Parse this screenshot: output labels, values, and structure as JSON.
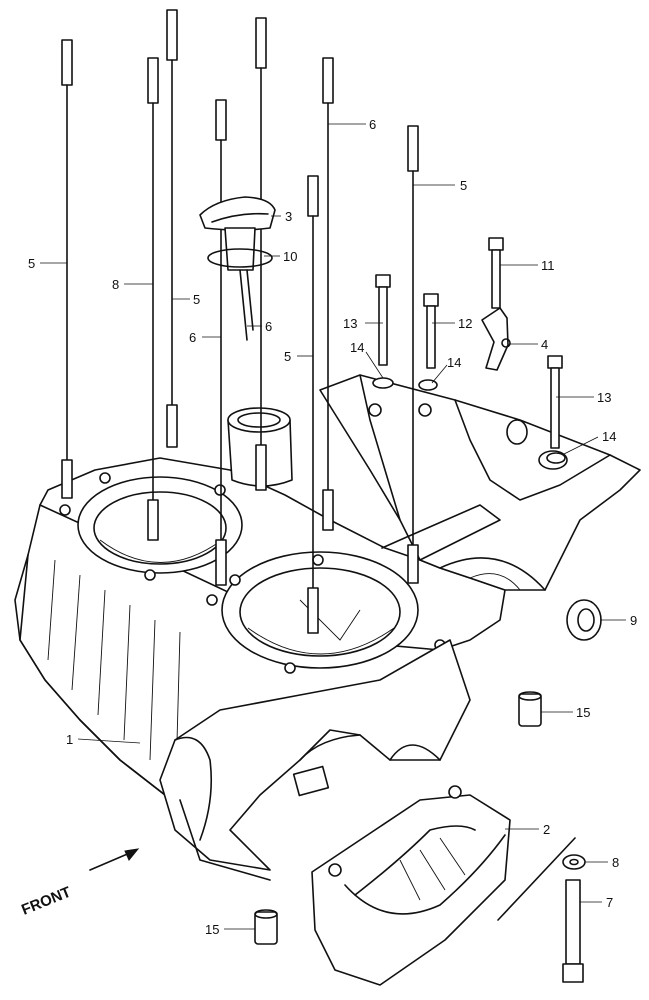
{
  "diagram": {
    "callouts": [
      {
        "id": "c1",
        "text": "1"
      },
      {
        "id": "c2",
        "text": "2"
      },
      {
        "id": "c3",
        "text": "3"
      },
      {
        "id": "c4",
        "text": "4"
      },
      {
        "id": "c5a",
        "text": "5"
      },
      {
        "id": "c5b",
        "text": "5"
      },
      {
        "id": "c5c",
        "text": "5"
      },
      {
        "id": "c5d",
        "text": "5"
      },
      {
        "id": "c6a",
        "text": "6"
      },
      {
        "id": "c6b",
        "text": "6"
      },
      {
        "id": "c6c",
        "text": "6"
      },
      {
        "id": "c7",
        "text": "7"
      },
      {
        "id": "c8a",
        "text": "8"
      },
      {
        "id": "c8b",
        "text": "8"
      },
      {
        "id": "c9",
        "text": "9"
      },
      {
        "id": "c10",
        "text": "10"
      },
      {
        "id": "c11",
        "text": "11"
      },
      {
        "id": "c12",
        "text": "12"
      },
      {
        "id": "c13a",
        "text": "13"
      },
      {
        "id": "c13b",
        "text": "13"
      },
      {
        "id": "c14a",
        "text": "14"
      },
      {
        "id": "c14b",
        "text": "14"
      },
      {
        "id": "c14c",
        "text": "14"
      },
      {
        "id": "c15a",
        "text": "15"
      },
      {
        "id": "c15b",
        "text": "15"
      }
    ],
    "front_label": "FRONT"
  }
}
